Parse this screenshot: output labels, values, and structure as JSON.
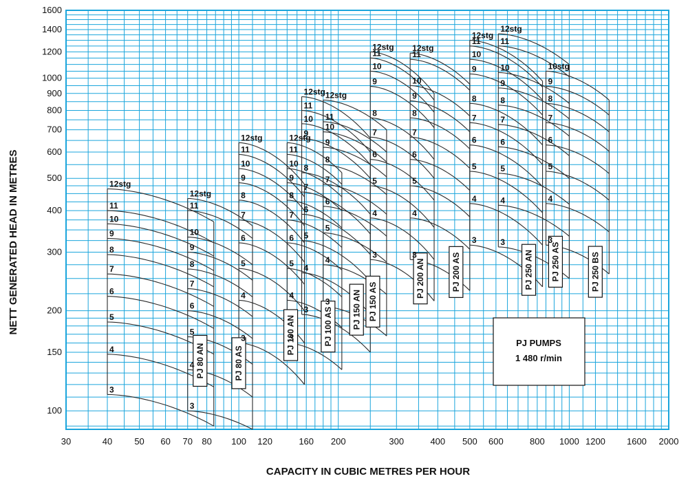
{
  "chart_data": {
    "type": "line",
    "xlabel": "CAPACITY IN CUBIC METRES PER HOUR",
    "ylabel": "NETT GENERATED HEAD IN METRES",
    "x_scale": "log",
    "y_scale": "log",
    "xlim": [
      30,
      2000
    ],
    "ylim": [
      88,
      1600
    ],
    "grid": true,
    "x_ticks": [
      30,
      40,
      50,
      60,
      70,
      80,
      100,
      120,
      160,
      200,
      300,
      400,
      500,
      600,
      800,
      1000,
      1200,
      1600,
      2000
    ],
    "y_ticks": [
      100,
      150,
      200,
      300,
      400,
      500,
      600,
      700,
      800,
      900,
      1000,
      1200,
      1400,
      1600
    ],
    "info_box": [
      "PJ PUMPS",
      "1 480 r/min"
    ],
    "colors": {
      "grid": "#1aa5dc",
      "frame": "#1aa5dc",
      "curves": "#2a2a2a"
    },
    "pumps": [
      {
        "name": "PJ 80 AN",
        "x_range": [
          40,
          84
        ],
        "curves": [
          {
            "label": "12stg",
            "head": [
              465,
              370
            ]
          },
          {
            "label": "11",
            "head": [
              400,
              320
            ]
          },
          {
            "label": "10",
            "head": [
              365,
              292
            ]
          },
          {
            "label": "9",
            "head": [
              330,
              264
            ]
          },
          {
            "label": "8",
            "head": [
              295,
              236
            ]
          },
          {
            "label": "7",
            "head": [
              258,
              206
            ]
          },
          {
            "label": "6",
            "head": [
              221,
              177
            ]
          },
          {
            "label": "5",
            "head": [
              185,
              148
            ]
          },
          {
            "label": "4",
            "head": [
              148,
              118
            ]
          },
          {
            "label": "3",
            "head": [
              112,
              90
            ]
          }
        ]
      },
      {
        "name": "PJ 80 AS",
        "x_range": [
          70,
          110
        ],
        "curves": [
          {
            "label": "12stg",
            "head": [
              435,
              360
            ]
          },
          {
            "label": "11",
            "head": [
              400,
              330
            ]
          },
          {
            "label": "10",
            "head": [
              333,
              275
            ]
          },
          {
            "label": "9",
            "head": [
              300,
              247
            ]
          },
          {
            "label": "8",
            "head": [
              267,
              220
            ]
          },
          {
            "label": "7",
            "head": [
              233,
              192
            ]
          },
          {
            "label": "6",
            "head": [
              200,
              165
            ]
          },
          {
            "label": "5",
            "head": [
              167,
              138
            ]
          },
          {
            "label": "4",
            "head": [
              133,
              110
            ]
          },
          {
            "label": "3",
            "head": [
              100,
              88
            ]
          }
        ]
      },
      {
        "name": "PJ 100 AN",
        "x_range": [
          100,
          158
        ],
        "curves": [
          {
            "label": "12stg",
            "head": [
              640,
              480
            ]
          },
          {
            "label": "11",
            "head": [
              590,
              440
            ]
          },
          {
            "label": "10",
            "head": [
              535,
              400
            ]
          },
          {
            "label": "9",
            "head": [
              485,
              360
            ]
          },
          {
            "label": "8",
            "head": [
              430,
              320
            ]
          },
          {
            "label": "7",
            "head": [
              375,
              280
            ]
          },
          {
            "label": "6",
            "head": [
              320,
              240
            ]
          },
          {
            "label": "5",
            "head": [
              268,
              200
            ]
          },
          {
            "label": "4",
            "head": [
              215,
              160
            ]
          },
          {
            "label": "3",
            "head": [
              160,
              120
            ]
          }
        ]
      },
      {
        "name": "PJ 100 AS",
        "x_range": [
          140,
          205
        ],
        "curves": [
          {
            "label": "12stg",
            "head": [
              640,
              520
            ]
          },
          {
            "label": "11",
            "head": [
              590,
              480
            ]
          },
          {
            "label": "10",
            "head": [
              535,
              440
            ]
          },
          {
            "label": "9",
            "head": [
              485,
              400
            ]
          },
          {
            "label": "8",
            "head": [
              430,
              355
            ]
          },
          {
            "label": "7",
            "head": [
              375,
              310
            ]
          },
          {
            "label": "6",
            "head": [
              320,
              265
            ]
          },
          {
            "label": "5",
            "head": [
              268,
              220
            ]
          },
          {
            "label": "4",
            "head": [
              215,
              178
            ]
          },
          {
            "label": "3",
            "head": [
              160,
              133
            ]
          }
        ]
      },
      {
        "name": "PJ 150 AN",
        "x_range": [
          155,
          250
        ],
        "curves": [
          {
            "label": "12stg",
            "head": [
              880,
              660
            ]
          },
          {
            "label": "11",
            "head": [
              800,
              600
            ]
          },
          {
            "label": "10",
            "head": [
              730,
              550
            ]
          },
          {
            "label": "9",
            "head": [
              660,
              500
            ]
          },
          {
            "label": "8",
            "head": [
              520,
              390
            ]
          },
          {
            "label": "7",
            "head": [
              455,
              340
            ]
          },
          {
            "label": "6",
            "head": [
              390,
              295
            ]
          },
          {
            "label": "5",
            "head": [
              325,
              245
            ]
          },
          {
            "label": "4",
            "head": [
              260,
              195
            ]
          },
          {
            "label": "3",
            "head": [
              195,
              150
            ]
          }
        ]
      },
      {
        "name": "PJ 150 AS",
        "x_range": [
          180,
          280
        ],
        "curves": [
          {
            "label": "12stg",
            "head": [
              860,
              700
            ]
          },
          {
            "label": "11",
            "head": [
              740,
              600
            ]
          },
          {
            "label": "10",
            "head": [
              690,
              560
            ]
          },
          {
            "label": "9",
            "head": [
              620,
              505
            ]
          },
          {
            "label": "8",
            "head": [
              550,
              447
            ]
          },
          {
            "label": "7",
            "head": [
              480,
              390
            ]
          },
          {
            "label": "6",
            "head": [
              412,
              335
            ]
          },
          {
            "label": "5",
            "head": [
              343,
              280
            ]
          },
          {
            "label": "4",
            "head": [
              275,
              224
            ]
          },
          {
            "label": "3",
            "head": [
              206,
              168
            ]
          }
        ]
      },
      {
        "name": "PJ 200 AN",
        "x_range": [
          250,
          390
        ],
        "curves": [
          {
            "label": "12stg",
            "head": [
              1200,
              900
            ]
          },
          {
            "label": "11",
            "head": [
              1150,
              860
            ]
          },
          {
            "label": "10",
            "head": [
              1050,
              790
            ]
          },
          {
            "label": "9",
            "head": [
              945,
              710
            ]
          },
          {
            "label": "8",
            "head": [
              760,
              570
            ]
          },
          {
            "label": "7",
            "head": [
              665,
              500
            ]
          },
          {
            "label": "6",
            "head": [
              570,
              430
            ]
          },
          {
            "label": "5",
            "head": [
              475,
              356
            ]
          },
          {
            "label": "4",
            "head": [
              380,
              285
            ]
          },
          {
            "label": "3",
            "head": [
              285,
              214
            ]
          }
        ]
      },
      {
        "name": "PJ 200 AS",
        "x_range": [
          330,
          500
        ],
        "curves": [
          {
            "label": "12stg",
            "head": [
              1190,
              960
            ]
          },
          {
            "label": "11",
            "head": [
              1140,
              920
            ]
          },
          {
            "label": "10",
            "head": [
              950,
              770
            ]
          },
          {
            "label": "9",
            "head": [
              855,
              690
            ]
          },
          {
            "label": "8",
            "head": [
              760,
              613
            ]
          },
          {
            "label": "7",
            "head": [
              665,
              536
            ]
          },
          {
            "label": "6",
            "head": [
              570,
              460
            ]
          },
          {
            "label": "5",
            "head": [
              475,
              383
            ]
          },
          {
            "label": "4",
            "head": [
              380,
              306
            ]
          },
          {
            "label": "3",
            "head": [
              285,
              230
            ]
          }
        ]
      },
      {
        "name": "PJ 250 AN",
        "x_range": [
          500,
          830
        ],
        "curves": [
          {
            "label": "12stg",
            "head": [
              1300,
              980
            ]
          },
          {
            "label": "11",
            "head": [
              1250,
              940
            ]
          },
          {
            "label": "10",
            "head": [
              1140,
              860
            ]
          },
          {
            "label": "9",
            "head": [
              1030,
              775
            ]
          },
          {
            "label": "8",
            "head": [
              840,
              630
            ]
          },
          {
            "label": "7",
            "head": [
              735,
              550
            ]
          },
          {
            "label": "6",
            "head": [
              630,
              472
            ]
          },
          {
            "label": "5",
            "head": [
              525,
              394
            ]
          },
          {
            "label": "4",
            "head": [
              420,
              315
            ]
          },
          {
            "label": "3",
            "head": [
              315,
              236
            ]
          }
        ]
      },
      {
        "name": "PJ 250 AS",
        "x_range": [
          610,
          1000
        ],
        "curves": [
          {
            "label": "12stg",
            "head": [
              1360,
              1100
            ]
          },
          {
            "label": "11",
            "head": [
              1250,
              1010
            ]
          },
          {
            "label": "10",
            "head": [
              1040,
              840
            ]
          },
          {
            "label": "9",
            "head": [
              935,
              755
            ]
          },
          {
            "label": "8",
            "head": [
              830,
              670
            ]
          },
          {
            "label": "7",
            "head": [
              726,
              585
            ]
          },
          {
            "label": "6",
            "head": [
              622,
              500
            ]
          },
          {
            "label": "5",
            "head": [
              518,
              418
            ]
          },
          {
            "label": "4",
            "head": [
              415,
              335
            ]
          },
          {
            "label": "3",
            "head": [
              311,
              250
            ]
          }
        ]
      },
      {
        "name": "PJ 250 BS",
        "x_range": [
          850,
          1320
        ],
        "curves": [
          {
            "label": "10stg",
            "head": [
              1050,
              860
            ]
          },
          {
            "label": "9",
            "head": [
              945,
              775
            ]
          },
          {
            "label": "8",
            "head": [
              840,
              690
            ]
          },
          {
            "label": "7",
            "head": [
              735,
              603
            ]
          },
          {
            "label": "6",
            "head": [
              630,
              517
            ]
          },
          {
            "label": "5",
            "head": [
              525,
              430
            ]
          },
          {
            "label": "4",
            "head": [
              420,
              345
            ]
          },
          {
            "label": "3",
            "head": [
              315,
              258
            ]
          }
        ]
      }
    ]
  }
}
